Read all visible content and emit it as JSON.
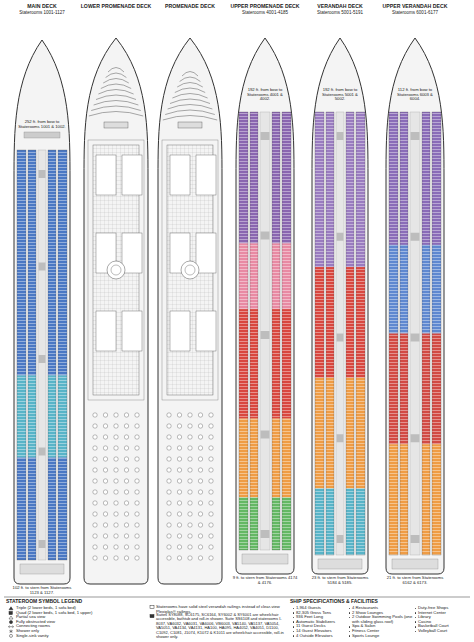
{
  "diagram": {
    "labels": [
      "MAIN DECK",
      "Staterooms 1001-1127",
      "LOWER PROMENADE DECK",
      "PROMENADE DECK",
      "UPPER PROMENADE DECK",
      "Staterooms 4001-4185",
      "VERANDAH DECK",
      "Staterooms 5001-5191",
      "UPPER VERANDAH DECK",
      "Staterooms 6001-6177",
      "252 ft. from bow to Staterooms 1001 & 1002.",
      "192 ft. from bow to Staterooms 4001 & 4002.",
      "192 ft. from bow to Staterooms 5001 & 5002.",
      "112 ft. from bow to Staterooms 6003 & 6004.",
      "102 ft. to stern from Staterooms 1123 & 1127.",
      "9 ft. to stern from Staterooms 4174 & 4176.",
      "23 ft. to stern from Staterooms 5184 & 5185.",
      "21 ft. to stern from Staterooms 6162 & 6173.",
      "STATEROOM SYMBOL LEGEND",
      "Staterooms have solid steel verandah railings instead of clear-view Plexiglas® railings.",
      "Suites SY8088, SC6175, SC6164, SY6002 & SY6001 are wheelchair accessible, bathtub and roll-in shower. Suite SS6108 and staterooms I-8037, VA6032, VA6031, VA6006, VB6003, VA5140, VA5137, VA5054, VA5051, VA4134, VA4131, HA100, HA095, HA4052, VA4051, D1100, C1092, C1081, J1074, K1072 & K1011 are wheelchair accessible, roll-in shower only.",
      "SHIP SPECIFICATIONS & FACILITIES",
      "1,964 Guests",
      "82,305 Gross Tons",
      "936 Feet Long",
      "Automatic Stabilizers",
      "11 Guest Decks",
      "14 Guest Elevators",
      "4 Outside Elevators",
      "4 Restaurants",
      "2 Show Lounges",
      "2 Outdoor Swimming Pools (one with sliding glass roof)",
      "Spa & Salon",
      "Fitness Center",
      "Sports Lounge",
      "Duty-free Shops",
      "Internet Center",
      "Library",
      "Casino",
      "Basketball Court",
      "Volleyball Court"
    ],
    "legend": [
      {
        "text": "Triple (2 lower beds, 1 sofa bed)"
      },
      {
        "text": "Quad (2 lower beds, 1 sofa bed, 1 upper)"
      },
      {
        "text": "Partial sea view"
      },
      {
        "text": "Fully obstructed view"
      },
      {
        "text": "Connecting rooms"
      },
      {
        "text": "Shower only"
      },
      {
        "text": "Single-sink vanity"
      }
    ]
  }
}
